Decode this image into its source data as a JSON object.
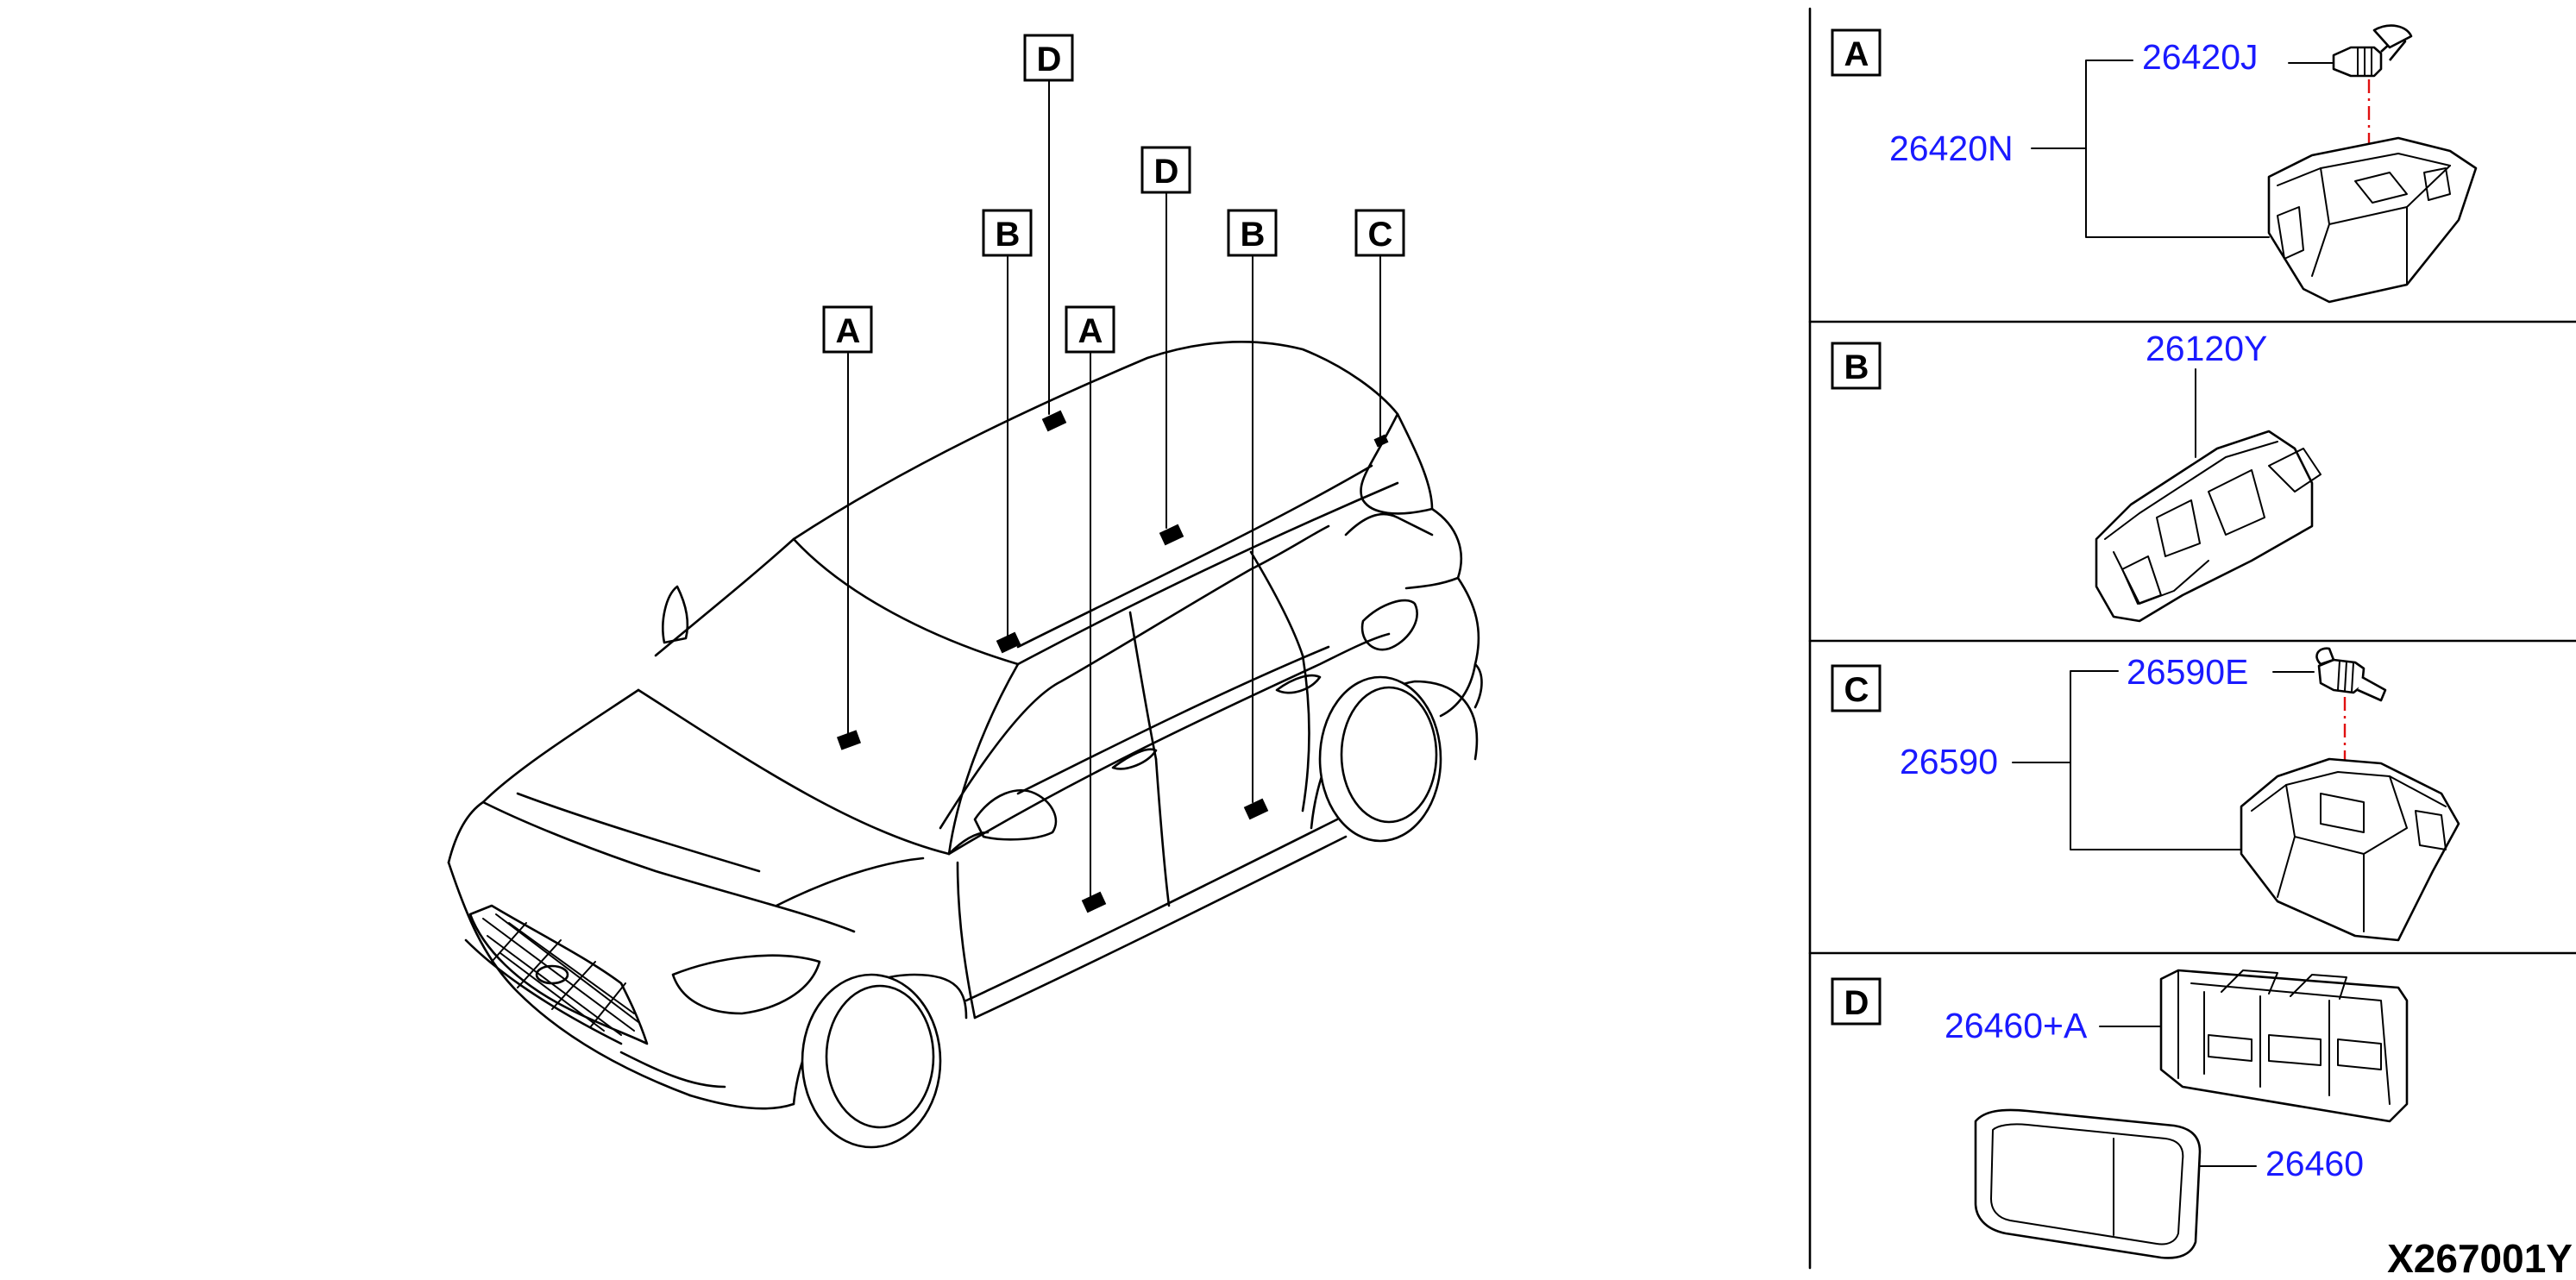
{
  "diagram": {
    "car_callouts": [
      {
        "label": "A",
        "id": "front"
      },
      {
        "label": "B",
        "id": "mid"
      },
      {
        "label": "D",
        "id": "roof-front"
      },
      {
        "label": "A",
        "id": "door"
      },
      {
        "label": "D",
        "id": "roof-rear"
      },
      {
        "label": "B",
        "id": "rear"
      },
      {
        "label": "C",
        "id": "tailgate"
      }
    ],
    "panels": [
      {
        "letter": "A",
        "parts": [
          "26420J",
          "26420N"
        ]
      },
      {
        "letter": "B",
        "parts": [
          "26120Y"
        ]
      },
      {
        "letter": "C",
        "parts": [
          "26590E",
          "26590"
        ]
      },
      {
        "letter": "D",
        "parts": [
          "26460+A",
          "26460"
        ]
      }
    ],
    "diagram_code": "X267001Y"
  },
  "colors": {
    "part_number": "#1a1aff",
    "centerline": "#e01010",
    "line": "#000000"
  }
}
